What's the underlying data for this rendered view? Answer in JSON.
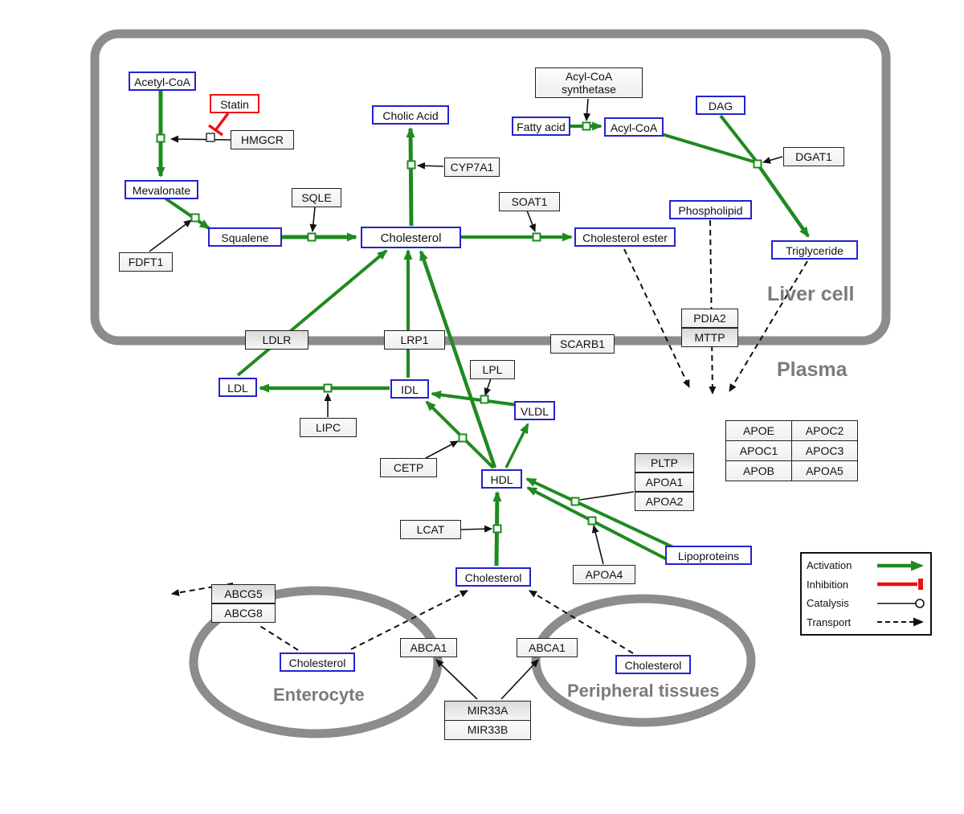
{
  "regions": {
    "liver": "Liver cell",
    "plasma": "Plasma",
    "enterocyte": "Enterocyte",
    "peripheral": "Peripheral tissues"
  },
  "nodes": {
    "acetyl_coa": "Acetyl-CoA",
    "statin": "Statin",
    "hmgcr": "HMGCR",
    "mevalonate": "Mevalonate",
    "fdft1": "FDFT1",
    "squalene": "Squalene",
    "sqle": "SQLE",
    "cholesterol_liver": "Cholesterol",
    "cholic_acid": "Cholic Acid",
    "cyp7a1": "CYP7A1",
    "soat1": "SOAT1",
    "cholesterol_ester": "Cholesterol ester",
    "fatty_acid": "Fatty acid",
    "acyl_coa_synthetase": "Acyl-CoA synthetase",
    "acyl_coa": "Acyl-CoA",
    "dag": "DAG",
    "dgat1": "DGAT1",
    "phospholipid": "Phospholipid",
    "triglyceride": "Triglyceride",
    "ldlr": "LDLR",
    "lrp1": "LRP1",
    "scarb1": "SCARB1",
    "pdia2": "PDIA2",
    "mttp": "MTTP",
    "ldl": "LDL",
    "idl": "IDL",
    "vldl": "VLDL",
    "lipc": "LIPC",
    "lpl": "LPL",
    "cetp": "CETP",
    "hdl": "HDL",
    "lcat": "LCAT",
    "pltp": "PLTP",
    "apoa1": "APOA1",
    "apoa2": "APOA2",
    "apoa4": "APOA4",
    "lipoproteins": "Lipoproteins",
    "apoe": "APOE",
    "apoc2": "APOC2",
    "apoc1": "APOC1",
    "apoc3": "APOC3",
    "apob": "APOB",
    "apoa5": "APOA5",
    "abcg5": "ABCG5",
    "abcg8": "ABCG8",
    "abca1_left": "ABCA1",
    "abca1_right": "ABCA1",
    "mir33a": "MIR33A",
    "mir33b": "MIR33B",
    "cholesterol_plasma": "Cholesterol",
    "cholesterol_enterocyte": "Cholesterol",
    "cholesterol_peripheral": "Cholesterol"
  },
  "legend": {
    "activation": "Activation",
    "inhibition": "Inhibition",
    "catalysis": "Catalysis",
    "transport": "Transport"
  },
  "colors": {
    "activation_green": "#1f8a1f",
    "inhibition_red": "#ee1111",
    "metabolite_blue": "#2323cc",
    "membrane_gray": "#8c8c8c",
    "region_label_gray": "#7b7b7b"
  }
}
